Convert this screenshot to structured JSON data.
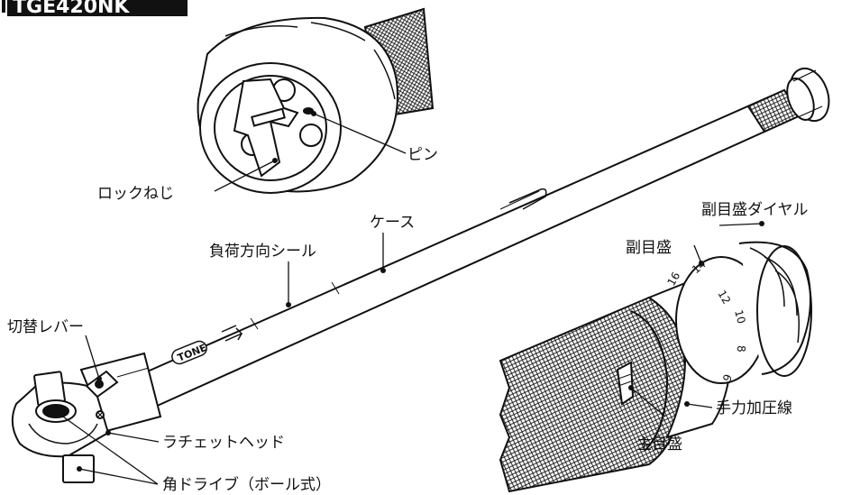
{
  "model_tag": "TGE420NK",
  "brand_text": "TONE",
  "labels": {
    "pin": "ピン",
    "lock_screw": "ロックねじ",
    "case": "ケース",
    "sub_scale_dial": "副目盛ダイヤル",
    "load_direction_seal": "負荷方向シール",
    "sub_scale": "副目盛",
    "switch_lever": "切替レバー",
    "hand_pressure_line": "手力加圧線",
    "ratchet_head": "ラチェットヘッド",
    "main_scale": "主目盛",
    "square_drive": "角ドライブ（ボール式）"
  },
  "dial_numbers": [
    "16",
    "14",
    "12",
    "10",
    "8",
    "6"
  ]
}
